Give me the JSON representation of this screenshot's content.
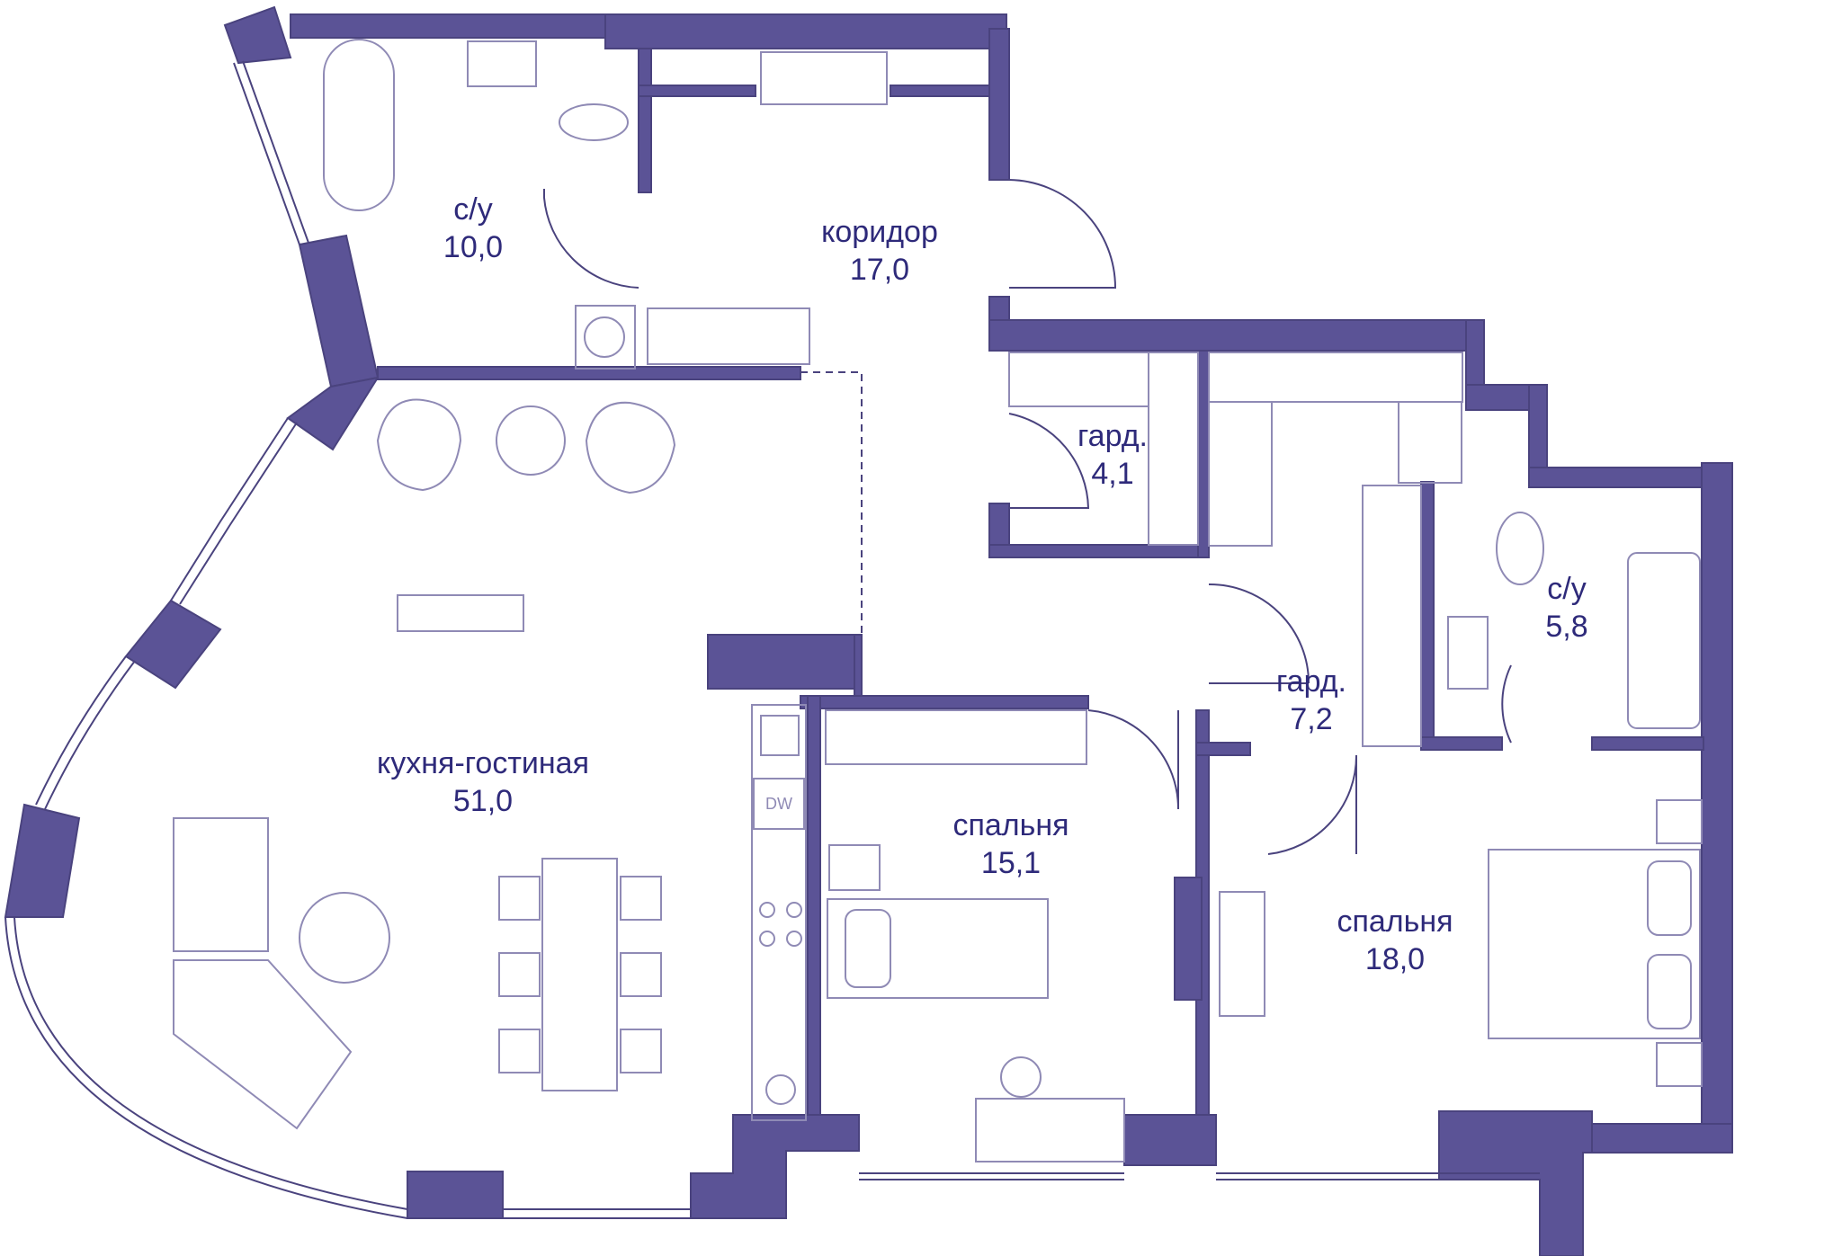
{
  "plan": {
    "wall_color": "#5b5396",
    "line_color": "#4a437e",
    "text_color": "#2e2a7a",
    "appliance_label": "DW",
    "rooms": [
      {
        "id": "bath-1",
        "name": "с/у",
        "area": "10,0"
      },
      {
        "id": "corridor",
        "name": "коридор",
        "area": "17,0"
      },
      {
        "id": "wardrobe-1",
        "name": "гард.",
        "area": "4,1"
      },
      {
        "id": "bath-2",
        "name": "с/у",
        "area": "5,8"
      },
      {
        "id": "wardrobe-2",
        "name": "гард.",
        "area": "7,2"
      },
      {
        "id": "kitchen-living",
        "name": "кухня-гостиная",
        "area": "51,0"
      },
      {
        "id": "bedroom-1",
        "name": "спальня",
        "area": "15,1"
      },
      {
        "id": "bedroom-2",
        "name": "спальня",
        "area": "18,0"
      }
    ]
  }
}
